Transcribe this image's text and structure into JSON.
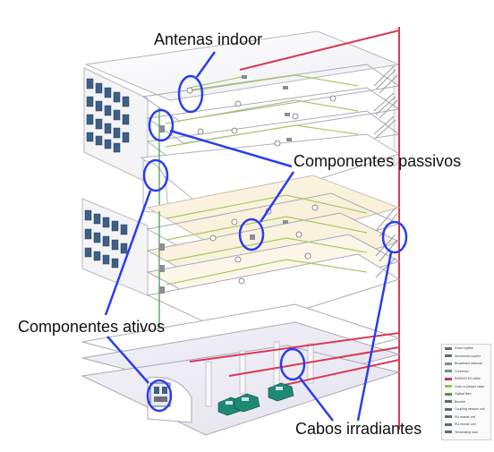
{
  "labels": {
    "antenas": "Antenas indoor",
    "passivos": "Componentes passivos",
    "ativos": "Componentes ativos",
    "cabos": "Cabos irradiantes"
  },
  "legend": {
    "items": [
      {
        "label": "Power splitter",
        "color": "#5a6a7a"
      },
      {
        "label": "Directional coupler",
        "color": "#5a6a7a"
      },
      {
        "label": "Broadband antenna",
        "color": "#7a8a9a"
      },
      {
        "label": "Connector",
        "color": "#7a8a9a"
      },
      {
        "label": "RADIAFLEX cable",
        "color": "#d0304a"
      },
      {
        "label": "Coax or jumper cable",
        "color": "#9bbf5a"
      },
      {
        "label": "Optical fibre",
        "color": "#4a9a4a"
      },
      {
        "label": "Booster",
        "color": "#5a6a7a"
      },
      {
        "label": "Coupling network unit",
        "color": "#5a6a7a"
      },
      {
        "label": "RU master unit",
        "color": "#5a6a7a"
      },
      {
        "label": "RU remote unit",
        "color": "#5a6a7a"
      },
      {
        "label": "Terminating load",
        "color": "#5a6a7a"
      }
    ]
  },
  "colors": {
    "highlight_stroke": "#2a3ef0",
    "radiating_cable": "#d83a55",
    "coax": "#a8c86a",
    "fiber": "#3d9a3d",
    "warm_floor": "#fbf3dc",
    "parking_floor": "#ecebf4"
  }
}
